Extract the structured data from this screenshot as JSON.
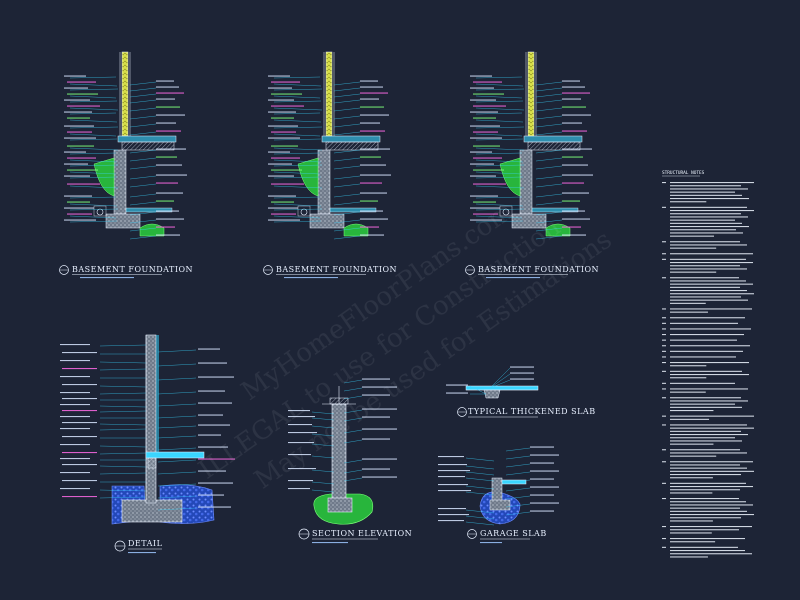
{
  "titles": {
    "bf1": "BASEMENT FOUNDATION",
    "bf2": "BASEMENT FOUNDATION",
    "bf3": "BASEMENT FOUNDATION",
    "detail": "DETAIL",
    "section": "SECTION ELEVATION",
    "slab": "TYPICAL THICKENED SLAB",
    "garage": "GARAGE SLAB"
  },
  "notes": {
    "heading": "STRUCTURAL NOTES"
  },
  "watermark": {
    "line1": "MyHomeFloorPlans.com",
    "line2": "ILLEGAL to use for Construction",
    "line3": "May not be used for Estimations"
  },
  "colors": {
    "background": "#1d2436",
    "wall_fill": "#d8e04a",
    "earth_fill": "#28b53c",
    "water_fill": "#2a63d8",
    "line_white": "#e8f0ff",
    "leader_cyan": "#3ad6ff",
    "text_magenta": "#ff6ae6",
    "text_green": "#7dff7a"
  }
}
